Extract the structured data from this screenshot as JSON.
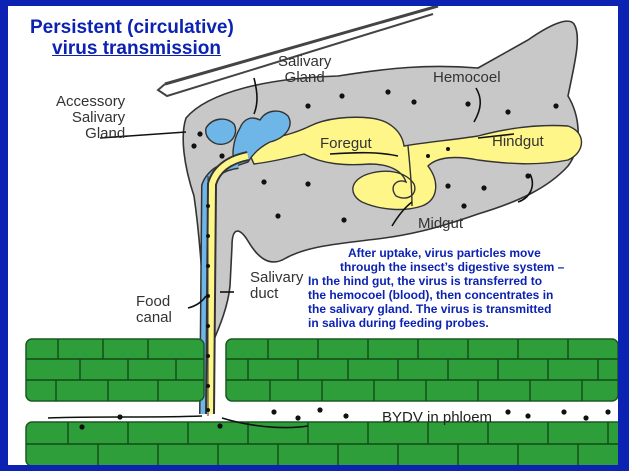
{
  "title": {
    "line1": "Persistent (circulative)",
    "line2": "virus transmission"
  },
  "labels": {
    "salivary_gland": [
      "Salivary",
      "Gland"
    ],
    "accessory_gland": [
      "Accessory",
      "Salivary",
      "Gland"
    ],
    "hemocoel": "Hemocoel",
    "foregut": "Foregut",
    "hindgut": "Hindgut",
    "midgut": "Midgut",
    "salivary_duct": [
      "Salivary",
      "duct"
    ],
    "food_canal": [
      "Food",
      "canal"
    ],
    "phloem": "BYDV in phloem"
  },
  "caption": [
    "After uptake, virus particles move",
    "through the insect’s digestive system –",
    "In the hind gut, the  virus is transferred to",
    "the hemocoel (blood), then concentrates in",
    "the salivary gland.  The virus is transmitted",
    "in saliva during feeding probes."
  ],
  "colors": {
    "background": "#0c22b3",
    "title": "#0c22b3",
    "body": "#c8c8c8",
    "gut": "#fff68a",
    "gland": "#6fb6e8",
    "plant_cell": "#2e9e3a",
    "virus": "#111111"
  }
}
